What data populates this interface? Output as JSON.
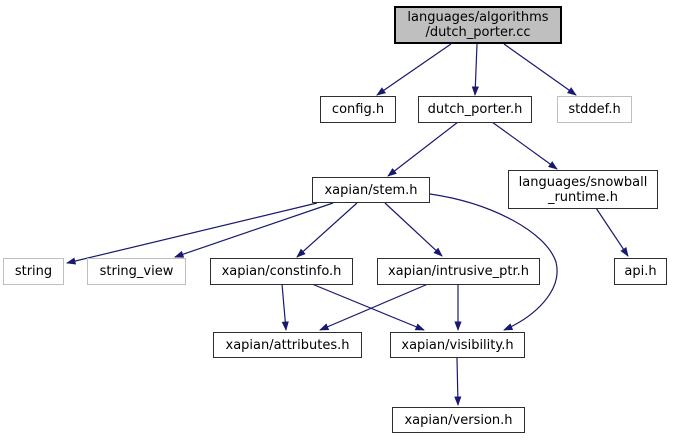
{
  "graph": {
    "type": "include-dependency-graph",
    "nodes": {
      "dutch_porter_cc": {
        "label": "languages/algorithms\n/dutch_porter.cc"
      },
      "config_h": {
        "label": "config.h"
      },
      "dutch_porter_h": {
        "label": "dutch_porter.h"
      },
      "stddef_h": {
        "label": "stddef.h"
      },
      "xapian_stem_h": {
        "label": "xapian/stem.h"
      },
      "snowball_runtime_h": {
        "label": "languages/snowball\n_runtime.h"
      },
      "string": {
        "label": "string"
      },
      "string_view": {
        "label": "string_view"
      },
      "xapian_constinfo_h": {
        "label": "xapian/constinfo.h"
      },
      "xapian_intrusive_ptr_h": {
        "label": "xapian/intrusive_ptr.h"
      },
      "api_h": {
        "label": "api.h"
      },
      "xapian_attributes_h": {
        "label": "xapian/attributes.h"
      },
      "xapian_visibility_h": {
        "label": "xapian/visibility.h"
      },
      "xapian_version_h": {
        "label": "xapian/version.h"
      }
    },
    "edges": [
      "dutch_porter_cc -> config_h",
      "dutch_porter_cc -> dutch_porter_h",
      "dutch_porter_cc -> stddef_h",
      "dutch_porter_h -> xapian_stem_h",
      "dutch_porter_h -> snowball_runtime_h",
      "snowball_runtime_h -> api_h",
      "xapian_stem_h -> string",
      "xapian_stem_h -> string_view",
      "xapian_stem_h -> xapian_constinfo_h",
      "xapian_stem_h -> xapian_intrusive_ptr_h",
      "xapian_stem_h -> xapian_visibility_h",
      "xapian_constinfo_h -> xapian_attributes_h",
      "xapian_constinfo_h -> xapian_visibility_h",
      "xapian_intrusive_ptr_h -> xapian_attributes_h",
      "xapian_intrusive_ptr_h -> xapian_visibility_h",
      "xapian_visibility_h -> xapian_version_h"
    ],
    "colors": {
      "edge": "#191970",
      "root_fill": "#bfbfbf",
      "node_fill": "#ffffff",
      "node_border": "#2e2e2e",
      "external_border": "#bebebe",
      "text": "#000000",
      "background": "#ffffff"
    }
  }
}
